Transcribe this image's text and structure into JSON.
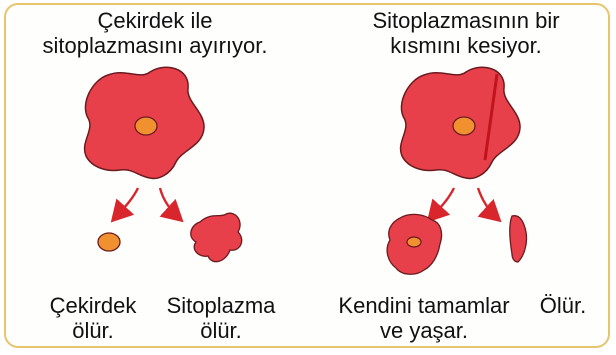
{
  "experiment_left": {
    "title_line1": "Çekirdek ile",
    "title_line2": "sitoplazmasını ayırıyor.",
    "result_nucleus_line1": "Çekirdek",
    "result_nucleus_line2": "ölür.",
    "result_cytoplasm_line1": "Sitoplazma",
    "result_cytoplasm_line2": "ölür."
  },
  "experiment_right": {
    "title_line1": "Sitoplazmasının bir",
    "title_line2": "kısmını kesiyor.",
    "result_with_nucleus_line1": "Kendini tamamlar",
    "result_with_nucleus_line2": "ve yaşar.",
    "result_fragment": "Ölür."
  },
  "colors": {
    "cell_fill": "#e7404a",
    "cell_outline": "#6b1b1f",
    "nucleus_fill": "#f0902f",
    "arrow": "#d8262c",
    "frame_border": "#e7c56d",
    "cut_line": "#c0141c"
  }
}
